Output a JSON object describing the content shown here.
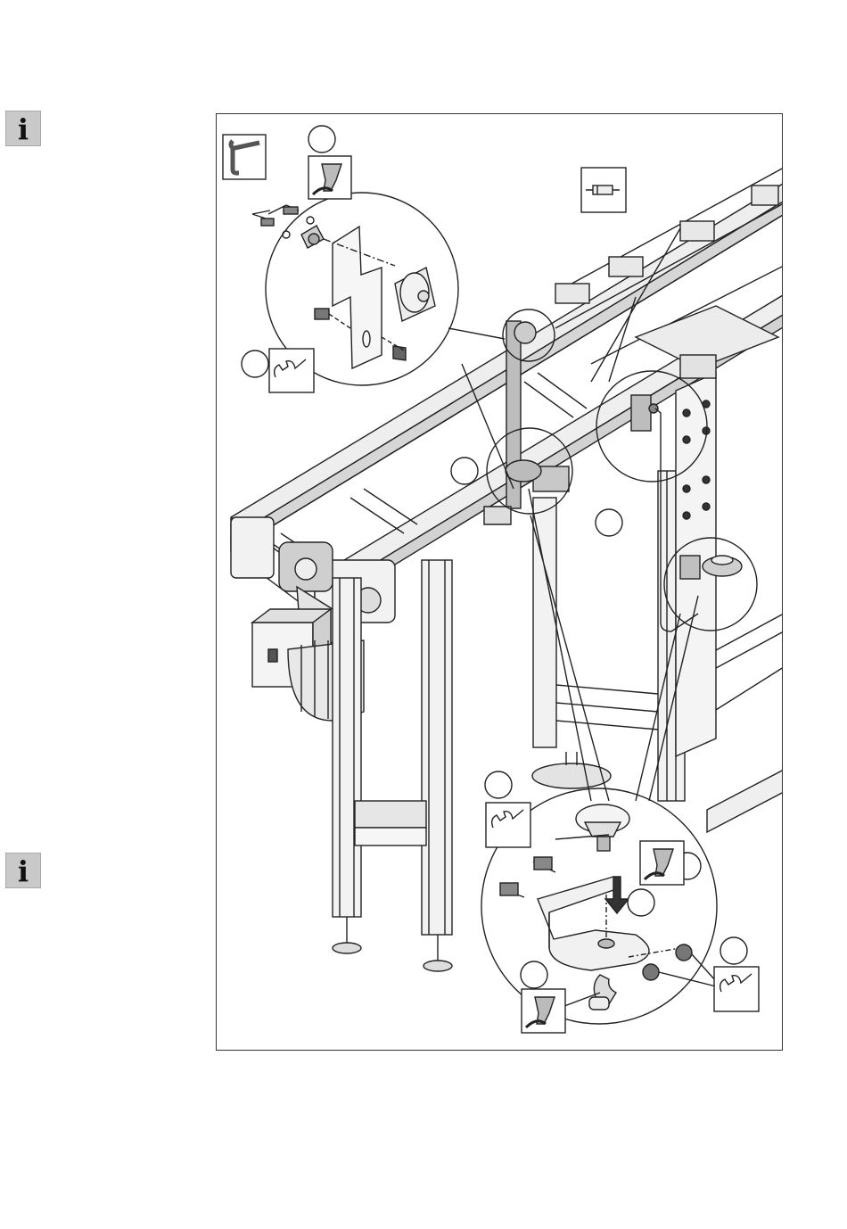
{
  "page": {
    "info_icons": [
      {
        "icon": "info-icon",
        "glyph": "i"
      },
      {
        "icon": "info-icon",
        "glyph": "i"
      }
    ],
    "figure": {
      "description_icons": [
        "allen-key-icon",
        "lubricant-tube-icon",
        "wrench-icon",
        "pneumatic-cylinder-icon"
      ],
      "callout_circles": 9
    }
  },
  "colors": {
    "info_background": "#c9c9c9",
    "line": "#222222",
    "shade": "#bdbdbd"
  }
}
